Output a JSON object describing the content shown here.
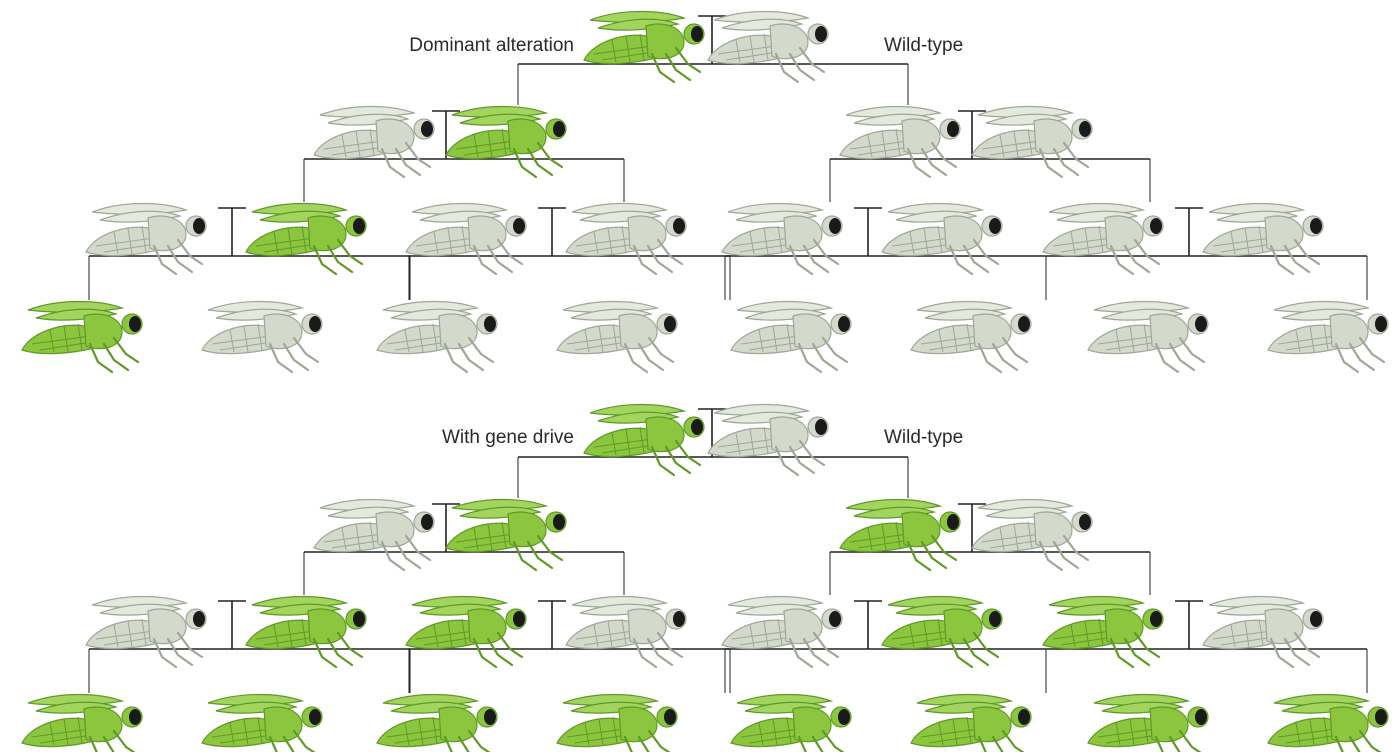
{
  "colors": {
    "altered_body": "#8cc63f",
    "altered_outline": "#5f9a26",
    "wild_body": "#d3dacb",
    "wild_outline": "#9ea897",
    "eye": "#1a1a1a",
    "line": "#222222"
  },
  "icon": "fly-icon",
  "panels": [
    {
      "left_label": "Dominant alteration",
      "right_label": "Wild-type",
      "generations": [
        [
          "altered",
          "wild"
        ],
        [
          "wild",
          "altered",
          "wild",
          "wild"
        ],
        [
          "wild",
          "altered",
          "wild",
          "wild",
          "wild",
          "wild",
          "wild",
          "wild"
        ],
        [
          "altered",
          "wild",
          "wild",
          "wild",
          "wild",
          "wild",
          "wild",
          "wild"
        ]
      ]
    },
    {
      "left_label": "With gene drive",
      "right_label": "Wild-type",
      "generations": [
        [
          "altered",
          "wild"
        ],
        [
          "wild",
          "altered",
          "altered",
          "wild"
        ],
        [
          "wild",
          "altered",
          "altered",
          "wild",
          "wild",
          "altered",
          "altered",
          "wild"
        ],
        [
          "altered",
          "altered",
          "altered",
          "altered",
          "altered",
          "altered",
          "altered",
          "altered"
        ]
      ]
    }
  ]
}
